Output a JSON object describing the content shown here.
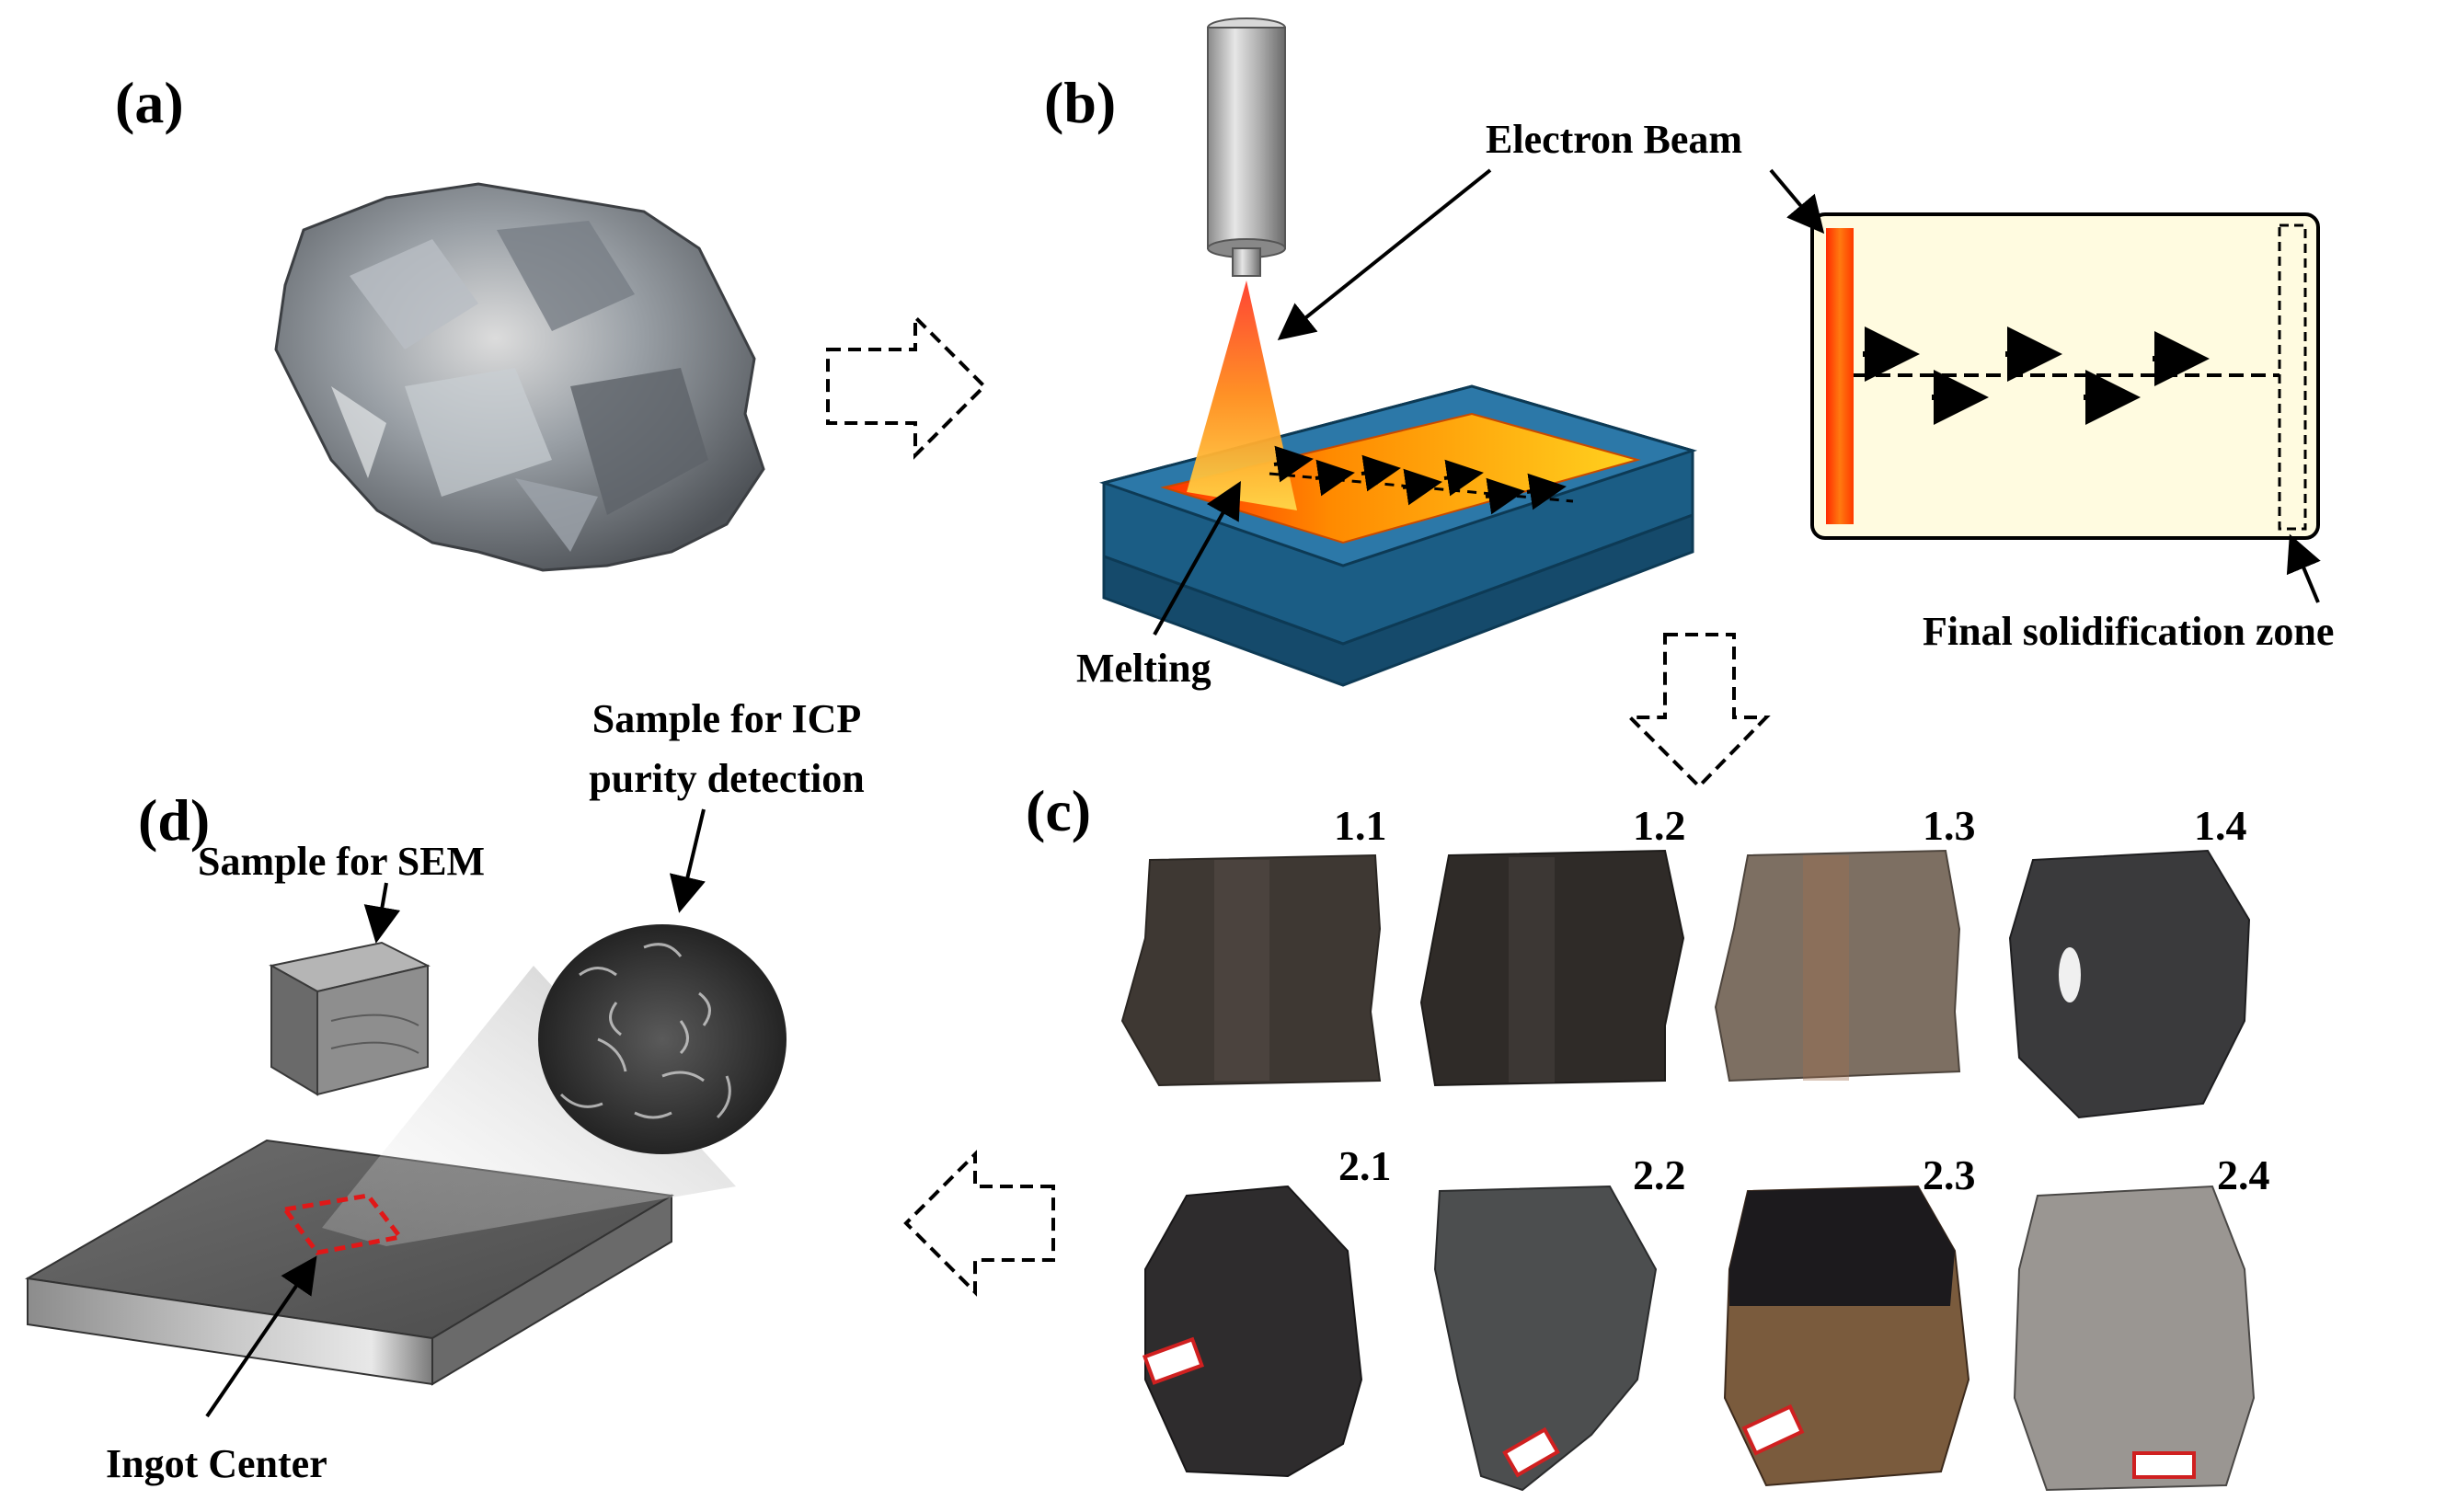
{
  "panels": {
    "a": "(a)",
    "b": "(b)",
    "c": "(c)",
    "d": "(d)"
  },
  "labels": {
    "electron_beam": "Electron Beam",
    "melting": "Melting",
    "final_zone": "Final solidification zone",
    "icp_line1": "Sample for ICP",
    "icp_line2": "purity detection",
    "sem": "Sample for SEM",
    "ingot_center": "Ingot Center"
  },
  "samples": {
    "row1": [
      "1.1",
      "1.2",
      "1.3",
      "1.4"
    ],
    "row2": [
      "2.1",
      "2.2",
      "2.3",
      "2.4"
    ]
  },
  "colors": {
    "crucible": "#1f5f86",
    "melt_start": "#ff2a00",
    "melt_end": "#ffd21f",
    "schematic_bg": "#fffbe0",
    "ingot": "#5a5a5a",
    "marker": "#e01818"
  }
}
